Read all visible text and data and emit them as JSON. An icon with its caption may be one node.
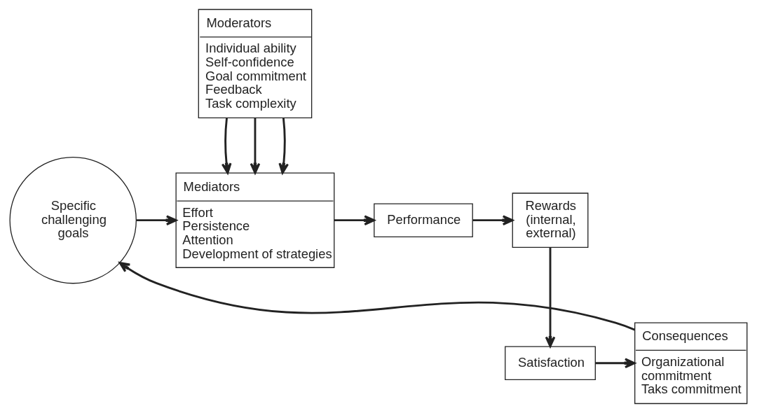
{
  "diagram": {
    "nodes": [
      {
        "text": [
          "Moderators",
          "Individual ability",
          "Self-confidence",
          "Goal commitment",
          "Feedback",
          "Task complexity"
        ]
      },
      {
        "text": [
          "Specific challenging goals"
        ]
      },
      {
        "text": [
          "Mediators",
          "Effort",
          "Persistence",
          "Attention",
          "Development of strategies"
        ]
      },
      {
        "text": [
          "Performance"
        ]
      },
      {
        "text": [
          "Rewards (internal, external)"
        ]
      },
      {
        "text": [
          "Consequences",
          "Organizational commitment",
          "Taks commitment"
        ]
      },
      {
        "text": [
          "Satisfaction"
        ]
      }
    ],
    "edges": [
      {
        "from": 0,
        "to": 2,
        "arrow": "to"
      },
      {
        "from": 0,
        "to": 2,
        "arrow": "to"
      },
      {
        "from": 0,
        "to": 2,
        "arrow": "to"
      },
      {
        "from": 1,
        "to": 2,
        "arrow": "to"
      },
      {
        "from": 2,
        "to": 3,
        "arrow": "to"
      },
      {
        "from": 3,
        "to": 4,
        "arrow": "to"
      },
      {
        "from": 4,
        "to": 6,
        "arrow": "to"
      },
      {
        "from": 6,
        "to": 5,
        "arrow": "to"
      },
      {
        "from": 5,
        "to": 1,
        "arrow": "to"
      }
    ]
  }
}
